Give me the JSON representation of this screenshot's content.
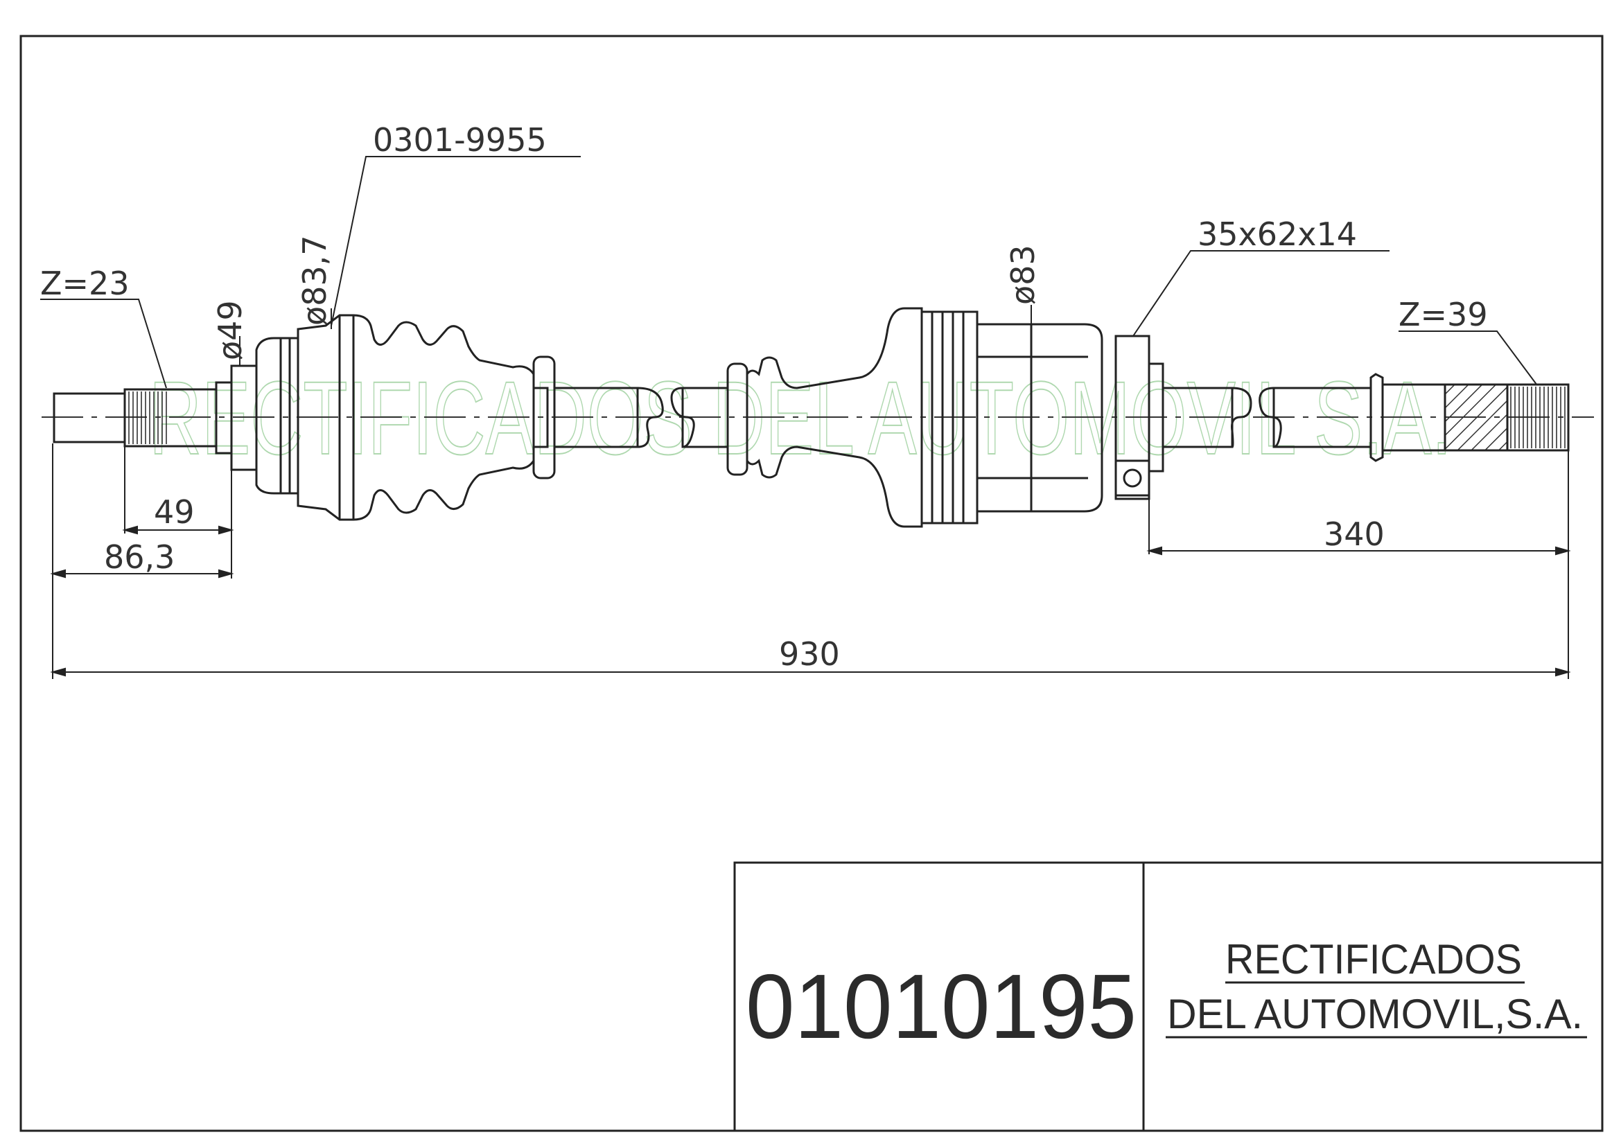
{
  "drawing": {
    "labels": {
      "spline_left": "Z=23",
      "spline_right": "Z=39",
      "diameter_small": "ø49",
      "diameter_boot": "ø83,7",
      "boot_part": "0301-9955",
      "diameter_joint": "ø83",
      "bearing": "35x62x14"
    },
    "dimensions": {
      "d49": "49",
      "d86": "86,3",
      "d340": "340",
      "d930": "930"
    },
    "watermark": "RECTIFICADOS DEL AUTOMOVIL S.A."
  },
  "title_block": {
    "part_number": "01010195",
    "company_line1": "RECTIFICADOS",
    "company_line2": "DEL AUTOMOVIL,S.A."
  }
}
